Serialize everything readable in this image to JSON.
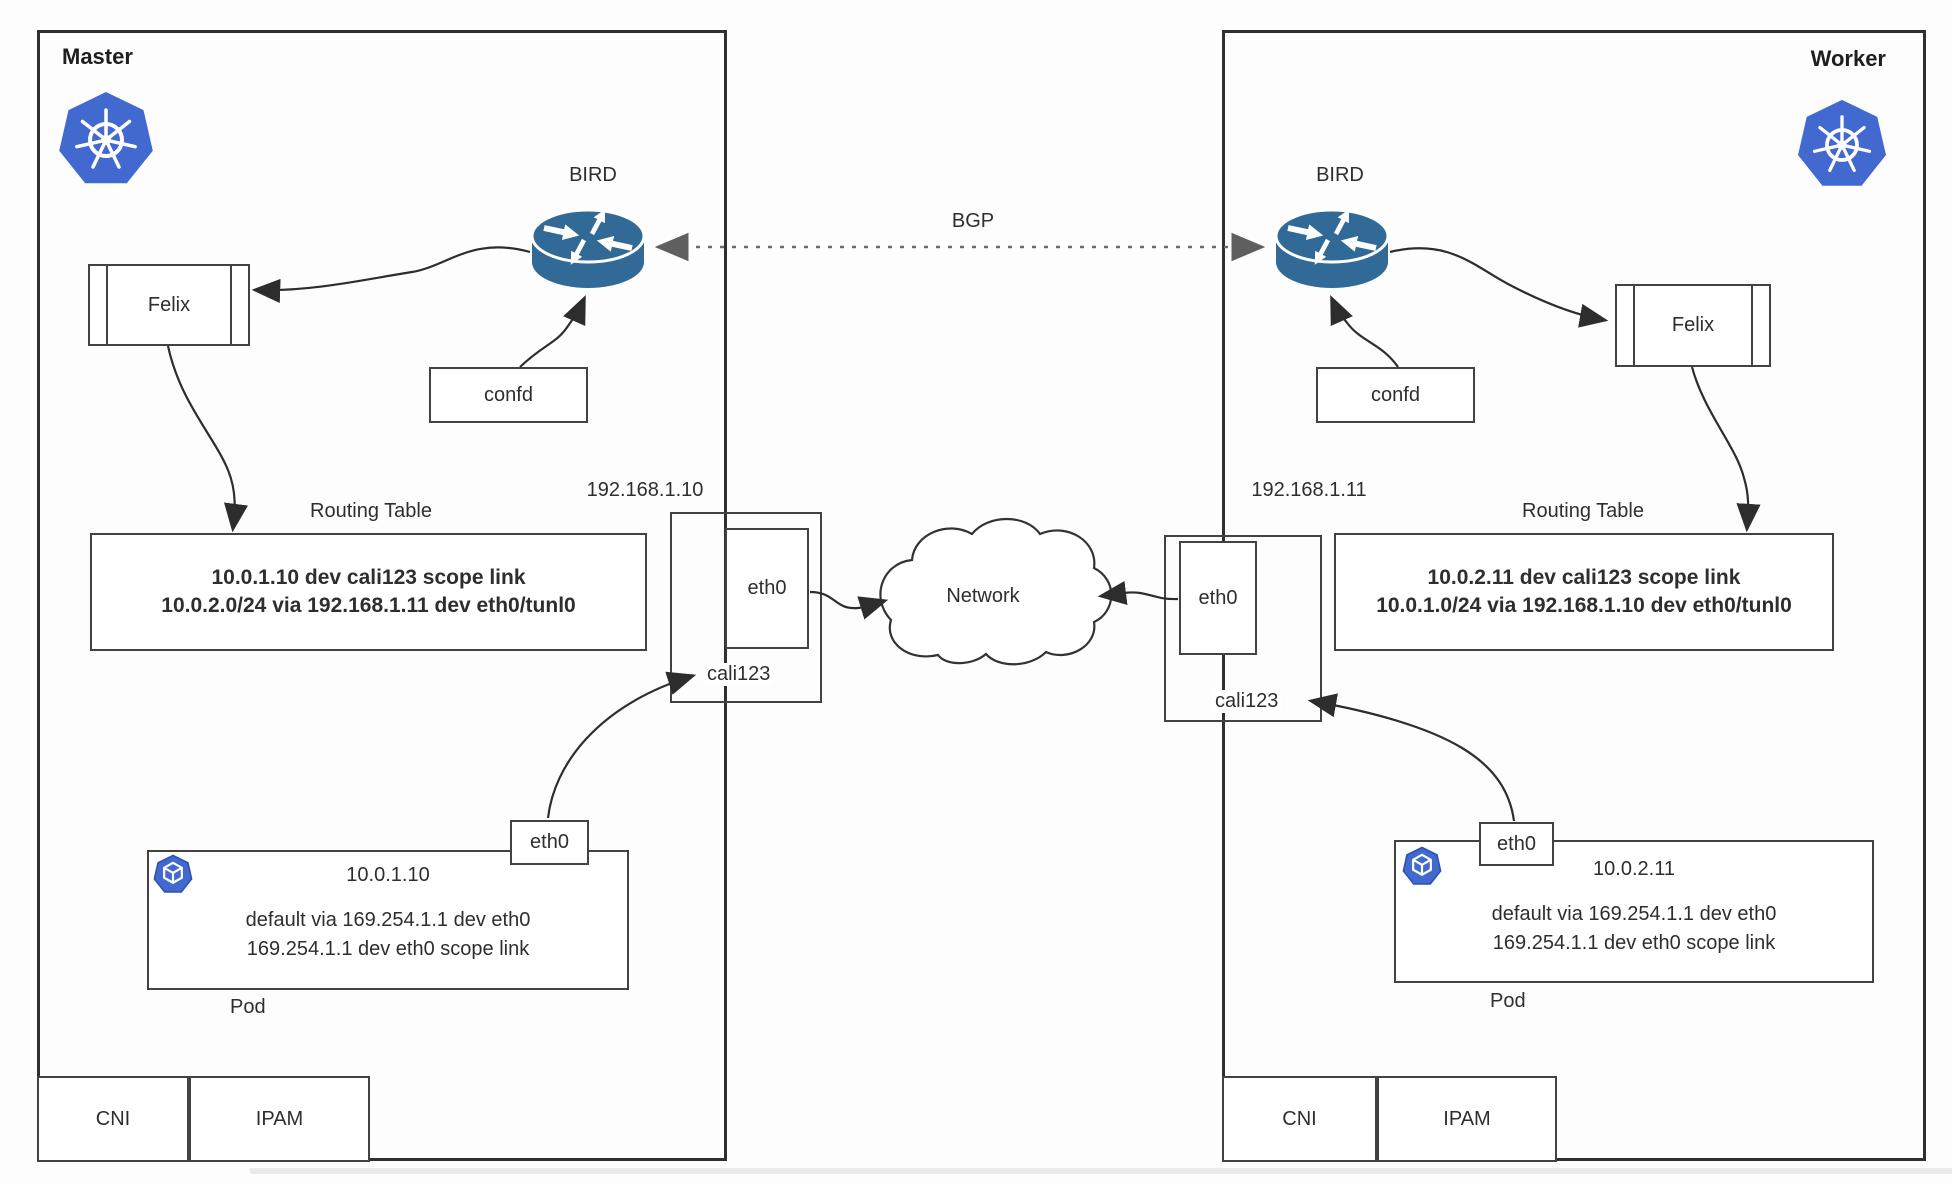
{
  "master": {
    "name": "Master",
    "bird": "BIRD",
    "felix": "Felix",
    "confd": "confd",
    "routing_table_title": "Routing Table",
    "routing_line1": "10.0.1.10 dev cali123 scope link",
    "routing_line2": "10.0.2.0/24 via 192.168.1.11 dev eth0/tunl0",
    "host_ip": "192.168.1.10",
    "nic_eth0": "eth0",
    "nic_cali": "cali123",
    "pod_ip": "10.0.1.10",
    "pod_eth0": "eth0",
    "pod_route1": "default via 169.254.1.1 dev eth0",
    "pod_route2": "169.254.1.1 dev eth0 scope link",
    "pod_label": "Pod",
    "cni": "CNI",
    "ipam": "IPAM"
  },
  "worker": {
    "name": "Worker",
    "bird": "BIRD",
    "felix": "Felix",
    "confd": "confd",
    "routing_table_title": "Routing Table",
    "routing_line1": "10.0.2.11 dev cali123 scope link",
    "routing_line2": "10.0.1.0/24 via 192.168.1.10 dev eth0/tunl0",
    "host_ip": "192.168.1.11",
    "nic_eth0": "eth0",
    "nic_cali": "cali123",
    "pod_ip": "10.0.2.11",
    "pod_eth0": "eth0",
    "pod_route1": "default via 169.254.1.1 dev eth0",
    "pod_route2": "169.254.1.1 dev eth0 scope link",
    "pod_label": "Pod",
    "cni": "CNI",
    "ipam": "IPAM"
  },
  "shared": {
    "bgp": "BGP",
    "network": "Network"
  },
  "icons": {
    "kubernetes_logo": "heptagon-ship-wheel",
    "bird_router": "router-cylinder-arrows",
    "pod": "heptagon-cube"
  },
  "colors": {
    "k8s_blue": "#4169d0",
    "router_blue": "#316a96",
    "line_dark": "#2d2d2d",
    "bgp_gray": "#6b6b6b",
    "border": "#424242"
  }
}
